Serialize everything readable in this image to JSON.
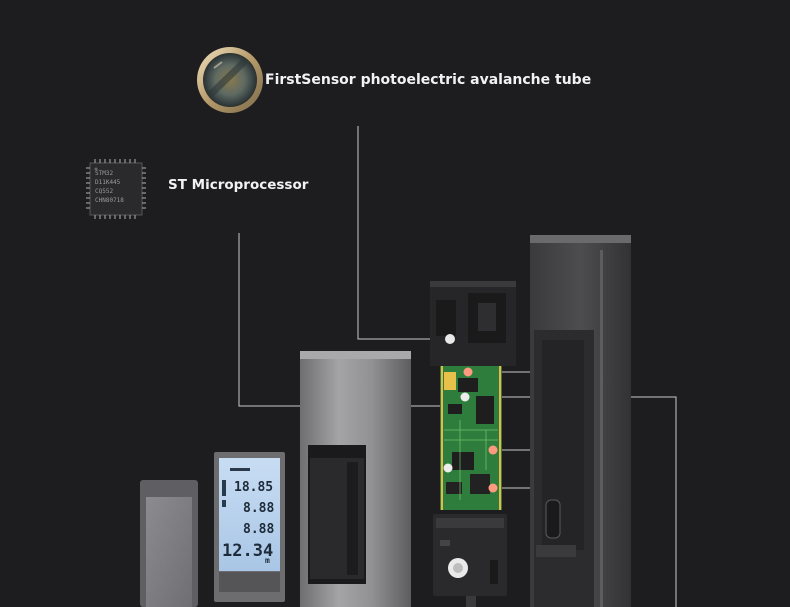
{
  "callouts": {
    "sensor_label": "FirstSensor photoelectric avalanche tube",
    "mcu_label": "ST Microprocessor"
  },
  "chip": {
    "lines": [
      "STM32",
      "D11K445",
      "CQ552",
      "CHN80718"
    ]
  },
  "display": {
    "reading_1": "18.85",
    "reading_2": "8.88",
    "reading_3": "8.88",
    "main_reading": "12.34",
    "unit": "m"
  },
  "colors": {
    "background": "#1d1d1f",
    "pcb": "#2f7d3c",
    "lcd": "#b9d3ef",
    "metal": "#8f8f92"
  }
}
